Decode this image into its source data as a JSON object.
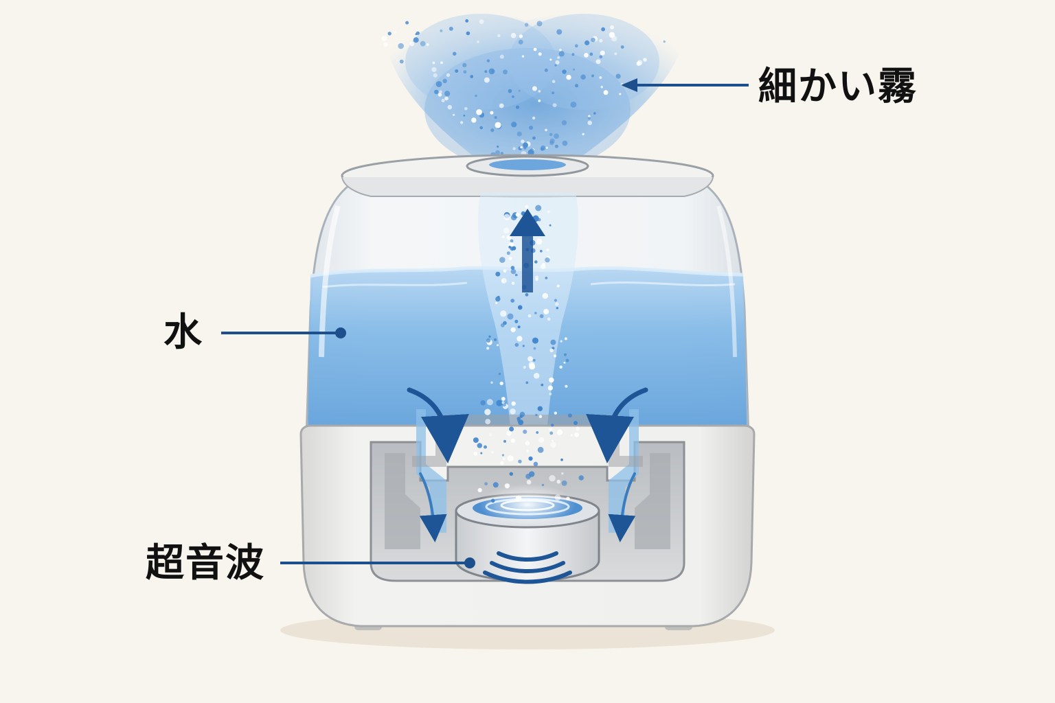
{
  "labels": {
    "mist": "細かい霧",
    "water": "水",
    "ultrasonic": "超音波"
  },
  "colors": {
    "background": "#f8f5ee",
    "water": "#7fb6e6",
    "mist": "#6aa3dc",
    "arrow": "#1d5596",
    "leader_line": "#1d4f8c",
    "housing": "#ecebe8"
  },
  "icons": {
    "mist_direction": "up-arrow-icon",
    "flow_direction": "curved-down-arrow-icon",
    "vibration": "sound-wave-icon"
  }
}
